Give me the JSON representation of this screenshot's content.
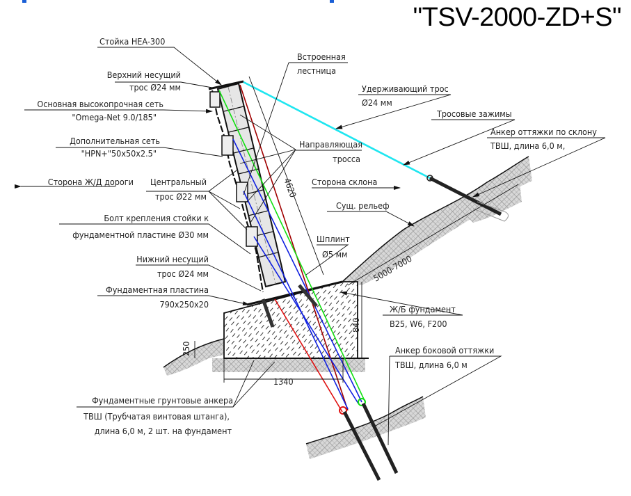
{
  "title": "\"TSV-2000-ZD+S\"",
  "colors": {
    "retaining_cable": "#1fe6f0",
    "cable_red": "#e01010",
    "cable_darkred": "#a00000",
    "cable_blue": "#1020e0",
    "cable_green": "#10e010",
    "header_blue": "#1a5fd6"
  },
  "labels": {
    "post": "Стойка HEA-300",
    "top_cable_1": "Верхний несущий",
    "top_cable_2": "трос Ø24 мм",
    "main_net_1": "Основная высокопрочная сеть",
    "main_net_2": "\"Omega-Net 9.0/185\"",
    "extra_net_1": "Дополнительная сеть",
    "extra_net_2": "\"HPN+\"50x50x2.5\"",
    "rail_side": "Сторона Ж/Д дороги",
    "central_cable_1": "Центральный",
    "central_cable_2": "трос Ø22 мм",
    "bolt_1": "Болт крепления стойки к",
    "bolt_2": "фундаментной пластине Ø30 мм",
    "bottom_cable_1": "Нижний несущий",
    "bottom_cable_2": "трос Ø24 мм",
    "plate_1": "Фундаментная пластина",
    "plate_2": "790x250x20",
    "ladder_1": "Встроенная",
    "ladder_2": "лестница",
    "retain_1": "Удерживающий трос",
    "retain_2": "Ø24 мм",
    "clamps": "Тросовые зажимы",
    "slope_anchor_1": "Анкер оттяжки по склону",
    "slope_anchor_2": "ТВШ, длина 6,0 м,",
    "guide_1": "Направляющая",
    "guide_2": "тросса",
    "slope_side": "Сторона склона",
    "relief": "Сущ. рельеф",
    "pin_1": "Шплинт",
    "pin_2": "Ø5 мм",
    "foundation_1": "Ж/Б фундамент",
    "foundation_2": "B25, W6, F200",
    "side_anchor_1": "Анкер боковой оттяжки",
    "side_anchor_2": "ТВШ, длина 6,0 м",
    "ground_anchors_1": "Фундаментные грунтовые анкера",
    "ground_anchors_2": "ТВШ (Трубчатая винтовая штанга),",
    "ground_anchors_3": "длина 6,0 м, 2 шт. на фундамент"
  },
  "dimensions": {
    "post_length": "4620",
    "slope_distance": "5000-7000",
    "foundation_height": "840",
    "step_height": "250",
    "foundation_width": "1340"
  }
}
